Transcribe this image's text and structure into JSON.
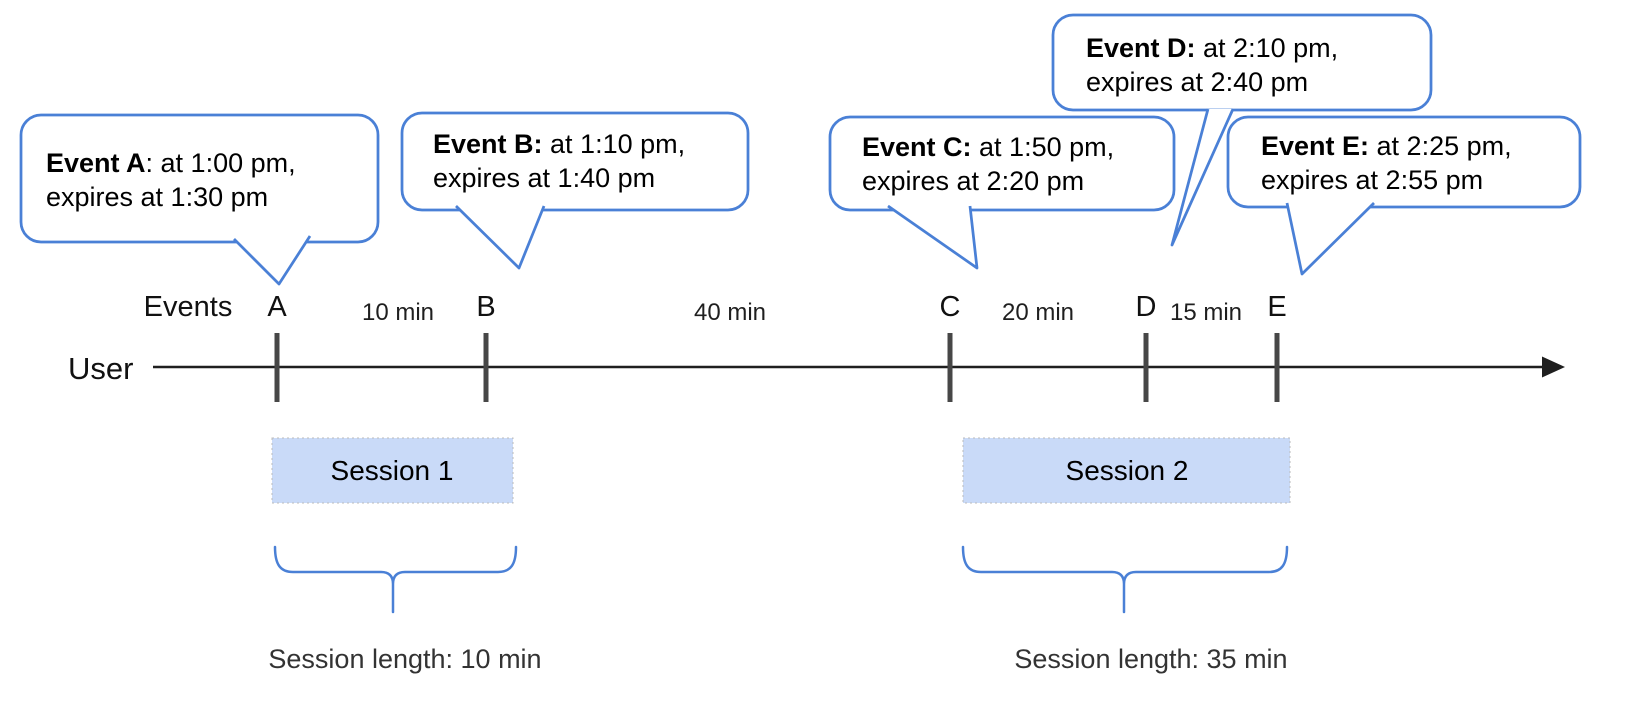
{
  "axis": {
    "user_label": "User",
    "events_label": "Events",
    "markers": [
      "A",
      "B",
      "C",
      "D",
      "E"
    ],
    "gaps": [
      "10 min",
      "40 min",
      "20 min",
      "15 min"
    ]
  },
  "bubbles": [
    {
      "event": "A",
      "bold": "Event A",
      "rest": ": at 1:00 pm,",
      "line2": "expires at 1:30 pm"
    },
    {
      "event": "B",
      "bold": "Event B:",
      "rest": " at 1:10 pm,",
      "line2": "expires at 1:40 pm"
    },
    {
      "event": "C",
      "bold": "Event C:",
      "rest": " at 1:50 pm,",
      "line2": "expires at 2:20 pm"
    },
    {
      "event": "D",
      "bold": "Event D:",
      "rest": " at 2:10 pm,",
      "line2": "expires at 2:40 pm"
    },
    {
      "event": "E",
      "bold": "Event E:",
      "rest": " at 2:25 pm,",
      "line2": "expires at 2:55 pm"
    }
  ],
  "sessions": [
    {
      "label": "Session 1",
      "length": "Session length: 10 min"
    },
    {
      "label": "Session 2",
      "length": "Session length: 35 min"
    }
  ],
  "colors": {
    "bubble_border": "#4a80d6",
    "brace": "#4a80d6",
    "session_fill": "#c9daf8",
    "axis": "#1f1f1f",
    "tick": "#474747",
    "text": "#000000",
    "muted_text": "#333333"
  }
}
